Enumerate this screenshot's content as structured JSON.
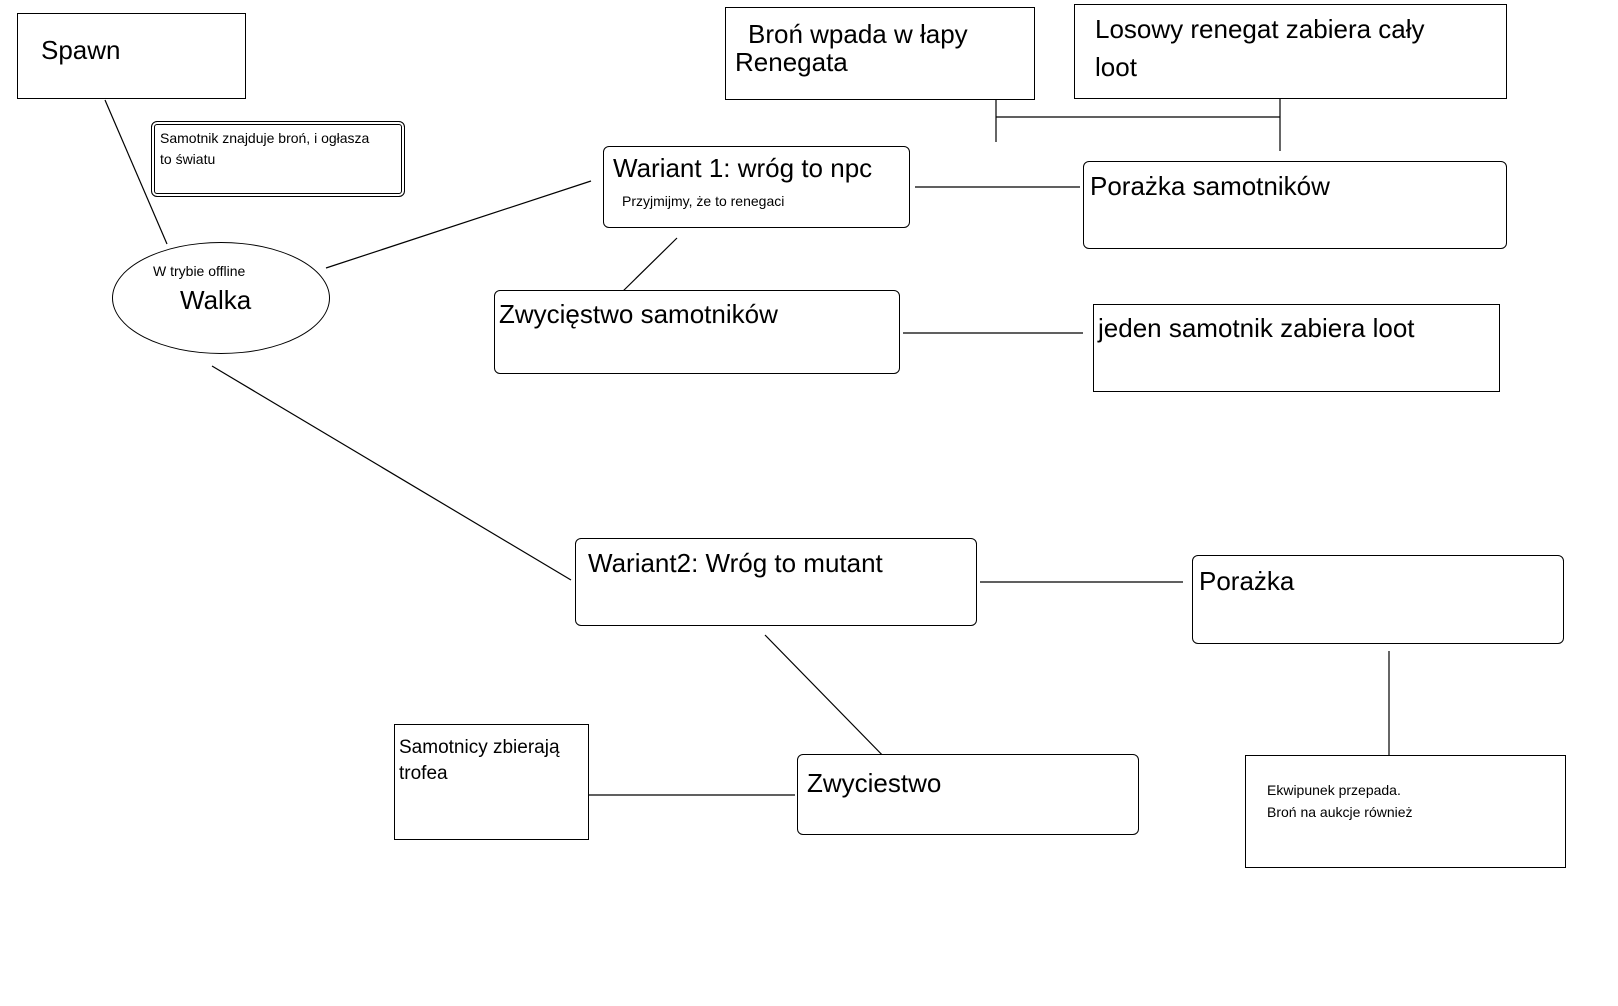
{
  "nodes": {
    "spawn": {
      "title": "Spawn"
    },
    "note_bron": {
      "text_line1": "Samotnik znajduje broń, i ogłasza",
      "text_line2": "to światu"
    },
    "walka": {
      "subtitle": "W trybie offline",
      "title": "Walka"
    },
    "wariant1": {
      "title": "Wariant 1: wróg to npc",
      "subtitle": "Przyjmijmy, że to renegaci"
    },
    "bron_renegat": {
      "line1": "Broń wpada w łapy",
      "line2": "Renegata"
    },
    "losowy_renegat": {
      "line1": "Losowy renegat zabiera cały",
      "line2": "loot"
    },
    "porazka_samotnikow": {
      "title": "Porażka samotników"
    },
    "zwyciestwo_samotnikow": {
      "title": "Zwycięstwo samotników"
    },
    "jeden_samotnik": {
      "title": "jeden samotnik zabiera  loot"
    },
    "wariant2": {
      "title": "Wariant2: Wróg to mutant"
    },
    "porazka": {
      "title": "Porażka"
    },
    "ekwipunek": {
      "line1": "Ekwipunek przepada.",
      "line2": "Broń na aukcje również"
    },
    "zwyciestwo": {
      "title": "Zwyciestwo"
    },
    "samotnicy_trofea": {
      "line1": "Samotnicy zbierają",
      "line2": "trofea"
    }
  }
}
